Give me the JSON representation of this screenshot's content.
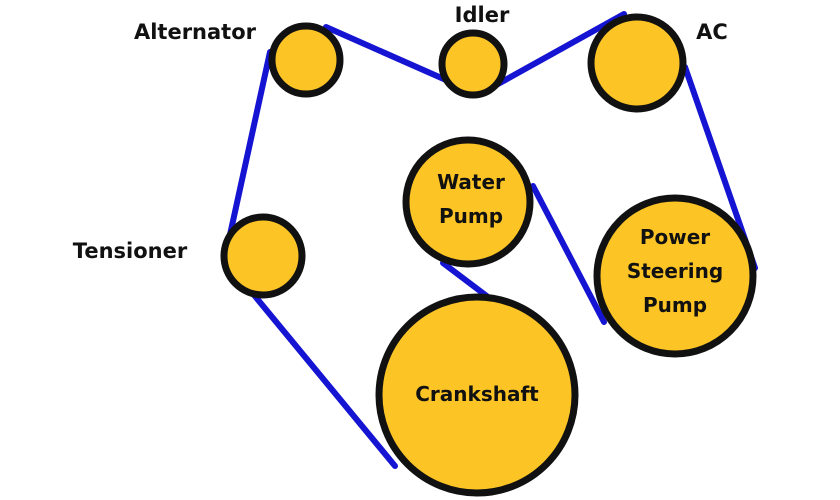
{
  "colors": {
    "belt": "#1414d2",
    "pulley_fill": "#fcc425",
    "pulley_stroke": "#111111",
    "text": "#111111"
  },
  "labels": {
    "alternator": "Alternator",
    "idler": "Idler",
    "ac": "AC",
    "tensioner": "Tensioner",
    "water_pump_line1": "Water",
    "water_pump_line2": "Pump",
    "power_steering_line1": "Power",
    "power_steering_line2": "Steering",
    "power_steering_line3": "Pump",
    "crankshaft": "Crankshaft"
  }
}
